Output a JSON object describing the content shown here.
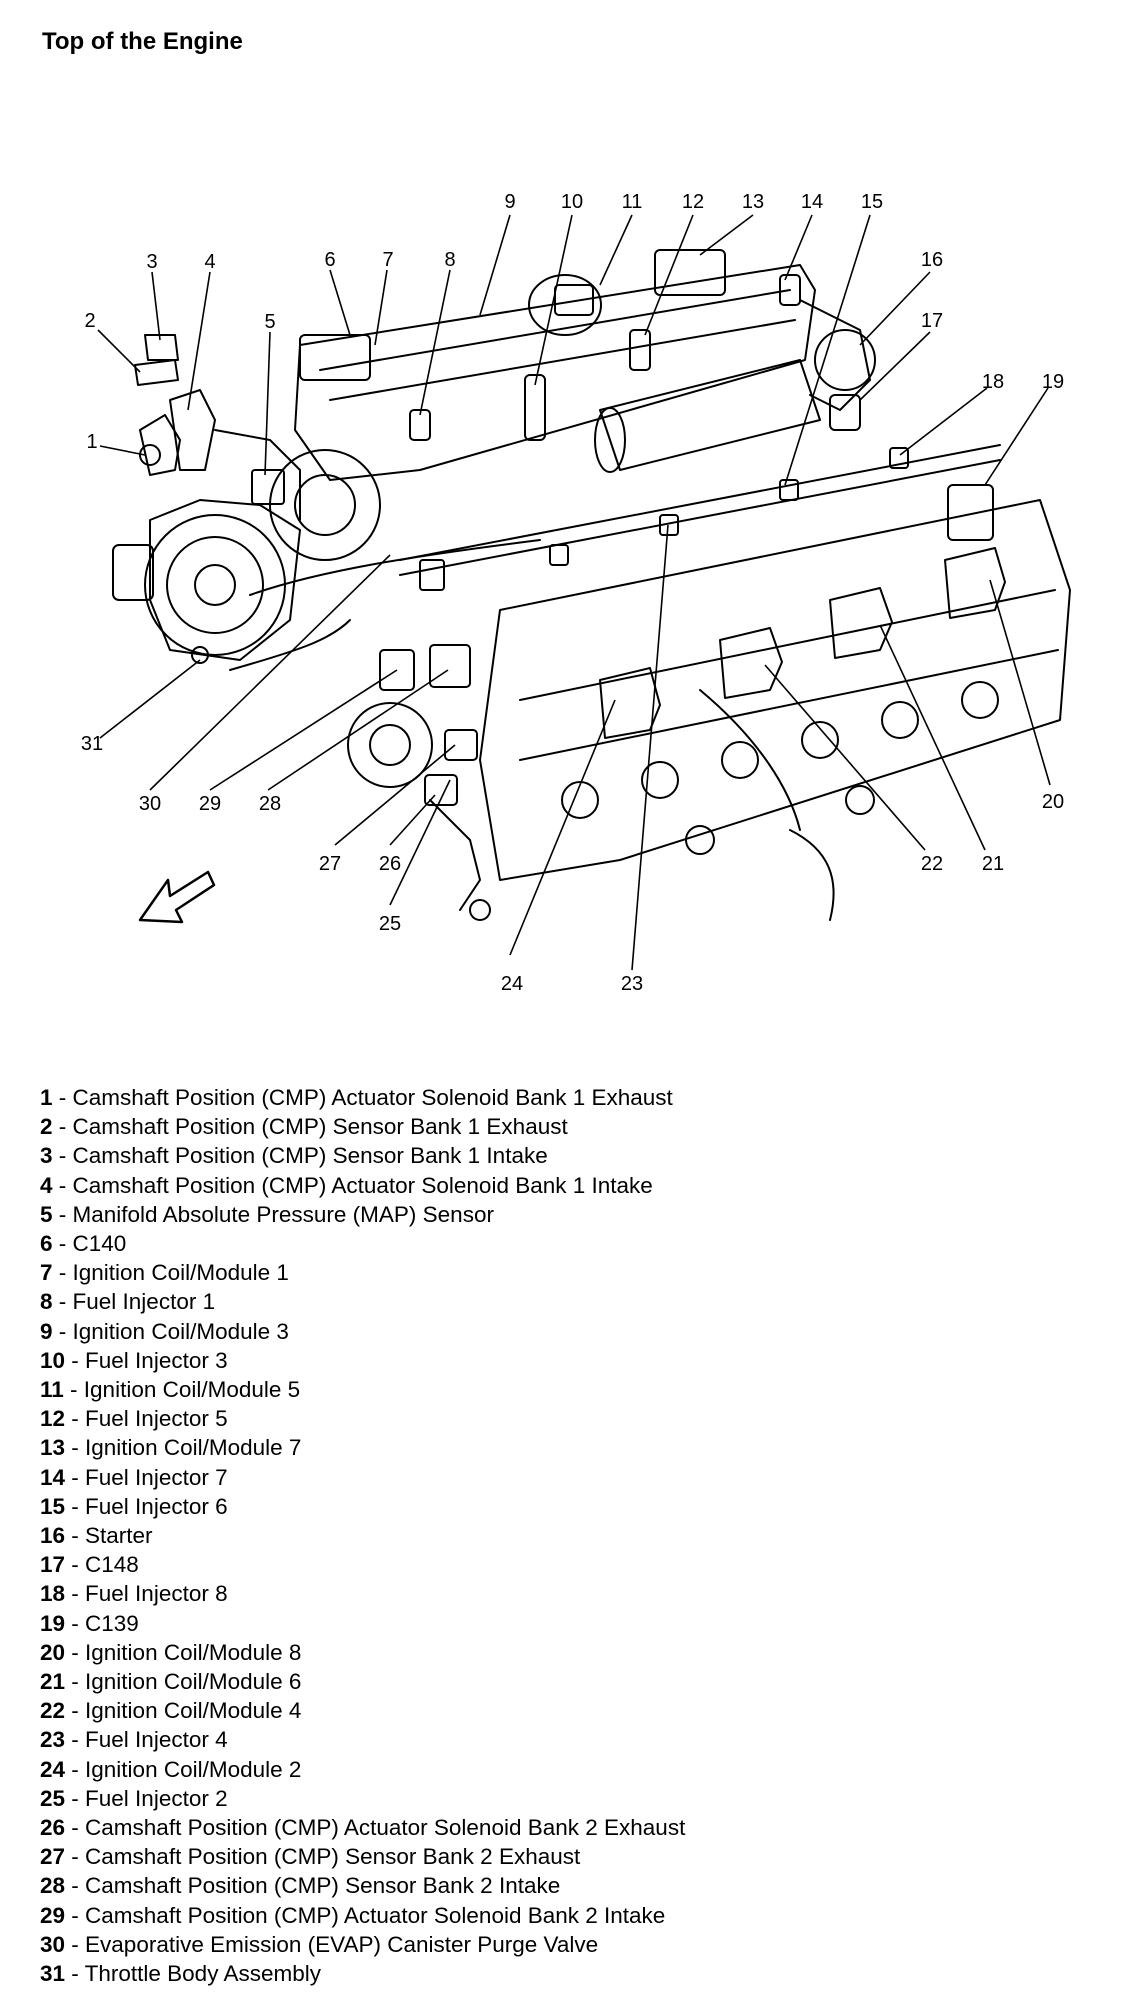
{
  "title": "Top of the Engine",
  "callouts": [
    "1",
    "2",
    "3",
    "4",
    "5",
    "6",
    "7",
    "8",
    "9",
    "10",
    "11",
    "12",
    "13",
    "14",
    "15",
    "16",
    "17",
    "18",
    "19",
    "20",
    "21",
    "22",
    "23",
    "24",
    "25",
    "26",
    "27",
    "28",
    "29",
    "30",
    "31"
  ],
  "legend": [
    {
      "num": "1",
      "label": "Camshaft Position (CMP) Actuator Solenoid Bank 1 Exhaust"
    },
    {
      "num": "2",
      "label": "Camshaft Position (CMP) Sensor Bank 1 Exhaust"
    },
    {
      "num": "3",
      "label": "Camshaft Position (CMP) Sensor Bank 1 Intake"
    },
    {
      "num": "4",
      "label": "Camshaft Position (CMP) Actuator Solenoid Bank 1 Intake"
    },
    {
      "num": "5",
      "label": "Manifold Absolute Pressure (MAP) Sensor"
    },
    {
      "num": "6",
      "label": "C140"
    },
    {
      "num": "7",
      "label": "Ignition Coil/Module 1"
    },
    {
      "num": "8",
      "label": "Fuel Injector 1"
    },
    {
      "num": "9",
      "label": "Ignition Coil/Module 3"
    },
    {
      "num": "10",
      "label": "Fuel Injector 3"
    },
    {
      "num": "11",
      "label": "Ignition Coil/Module 5"
    },
    {
      "num": "12",
      "label": "Fuel Injector 5"
    },
    {
      "num": "13",
      "label": "Ignition Coil/Module 7"
    },
    {
      "num": "14",
      "label": "Fuel Injector 7"
    },
    {
      "num": "15",
      "label": "Fuel Injector 6"
    },
    {
      "num": "16",
      "label": "Starter"
    },
    {
      "num": "17",
      "label": "C148"
    },
    {
      "num": "18",
      "label": "Fuel Injector 8"
    },
    {
      "num": "19",
      "label": "C139"
    },
    {
      "num": "20",
      "label": "Ignition Coil/Module 8"
    },
    {
      "num": "21",
      "label": "Ignition Coil/Module 6"
    },
    {
      "num": "22",
      "label": "Ignition Coil/Module 4"
    },
    {
      "num": "23",
      "label": "Fuel Injector 4"
    },
    {
      "num": "24",
      "label": "Ignition Coil/Module 2"
    },
    {
      "num": "25",
      "label": "Fuel Injector 2"
    },
    {
      "num": "26",
      "label": "Camshaft Position (CMP) Actuator Solenoid Bank 2 Exhaust"
    },
    {
      "num": "27",
      "label": "Camshaft Position (CMP) Sensor Bank 2 Exhaust"
    },
    {
      "num": "28",
      "label": "Camshaft Position (CMP) Sensor Bank 2 Intake"
    },
    {
      "num": "29",
      "label": "Camshaft Position (CMP) Actuator Solenoid Bank 2 Intake"
    },
    {
      "num": "30",
      "label": "Evaporative Emission (EVAP) Canister Purge Valve"
    },
    {
      "num": "31",
      "label": "Throttle Body Assembly"
    }
  ]
}
